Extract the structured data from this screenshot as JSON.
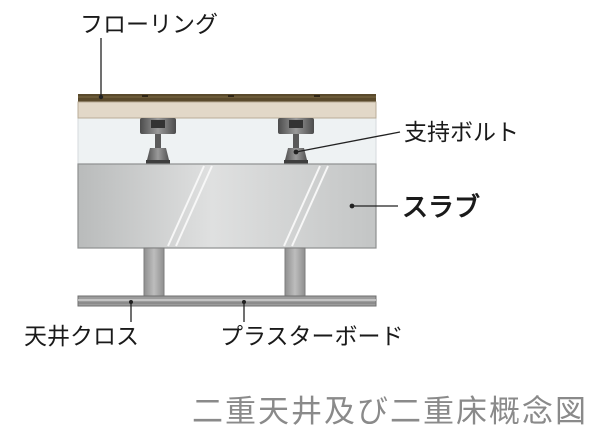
{
  "labels": {
    "flooring": "フローリング",
    "support_bolt": "支持ボルト",
    "slab": "スラブ",
    "ceiling_cloth": "天井クロス",
    "plaster_board": "プラスターボード"
  },
  "caption": "二重天井及び二重床概念図",
  "colors": {
    "flooring": "#5a4a2c",
    "floor_board": "#e2d8c8",
    "air_gap": "#eef2f3",
    "slab": "#cfd1d1",
    "bolt": "#6c6c6c",
    "column": "#a7a7a7",
    "ceiling_board": "#9c9c9c",
    "caption": "#8a8a8a"
  }
}
